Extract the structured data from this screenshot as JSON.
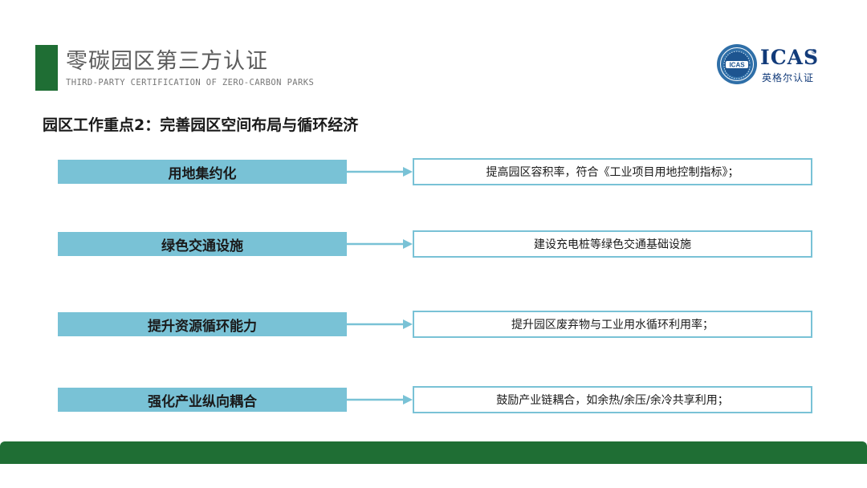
{
  "header": {
    "title_cn": "零碳园区第三方认证",
    "title_en": "THIRD-PARTY CERTIFICATION OF ZERO-CARBON PARKS"
  },
  "logo": {
    "wordmark": "ICAS",
    "registered": "®",
    "subtitle": "英格尔认证",
    "seal_text": "ICAS",
    "icon": "certification-seal-icon"
  },
  "section": {
    "heading": "园区工作重点2：完善园区空间布局与循环经济"
  },
  "rows": [
    {
      "label": "用地集约化",
      "description": "提高园区容积率，符合《工业项目用地控制指标》；"
    },
    {
      "label": "绿色交通设施",
      "description": "建设充电桩等绿色交通基础设施"
    },
    {
      "label": "提升资源循环能力",
      "description": "提升园区废弃物与工业用水循环利用率；"
    },
    {
      "label": "强化产业纵向耦合",
      "description": "鼓励产业链耦合，如余热/余压/余冷共享利用；"
    }
  ],
  "colors": {
    "brand_green": "#1f6e34",
    "label_fill": "#79c2d6",
    "logo_blue": "#123b7a"
  }
}
